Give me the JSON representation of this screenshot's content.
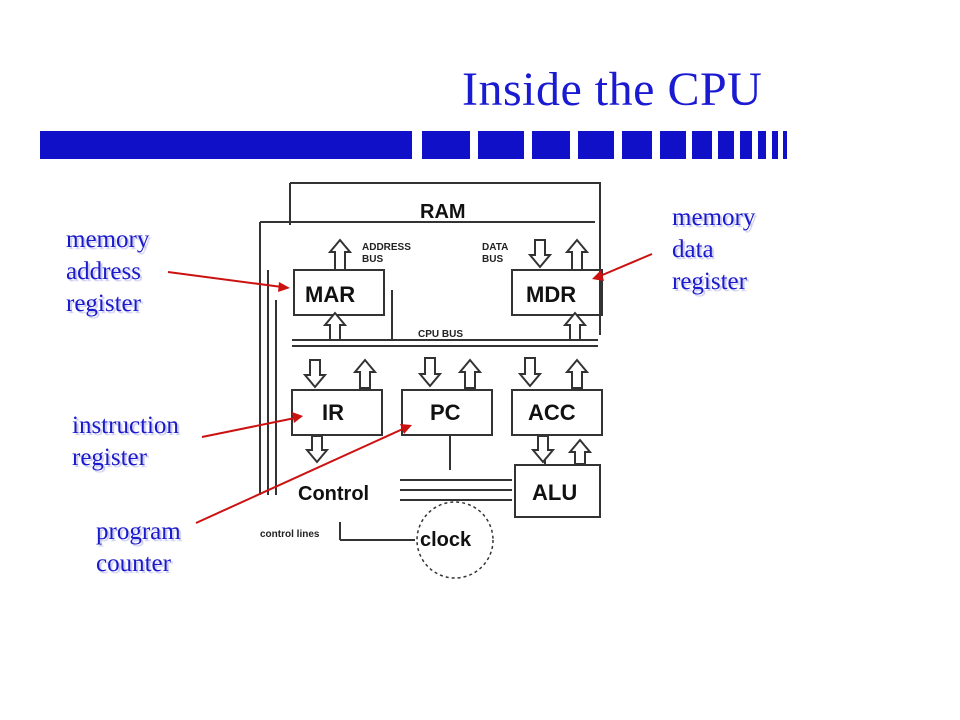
{
  "slide": {
    "title": "Inside the CPU"
  },
  "diagram": {
    "ram_label": "RAM",
    "address_bus": [
      "ADDRESS",
      "BUS"
    ],
    "data_bus": [
      "DATA",
      "BUS"
    ],
    "cpu_bus": "CPU BUS",
    "registers": {
      "mar": "MAR",
      "mdr": "MDR",
      "ir": "IR",
      "pc": "PC",
      "acc": "ACC",
      "alu": "ALU"
    },
    "control": "Control",
    "clock": "clock",
    "control_lines": "control lines"
  },
  "callouts": {
    "mar": [
      "memory",
      "address",
      "register"
    ],
    "mdr": [
      "memory",
      "data",
      "register"
    ],
    "ir": [
      "instruction",
      "register"
    ],
    "pc": [
      "program",
      "counter"
    ]
  },
  "colors": {
    "title": "#1a1ad2",
    "bars": "#1010c8",
    "arrows": "#cc1111",
    "callout_text": "#1a1acc"
  }
}
